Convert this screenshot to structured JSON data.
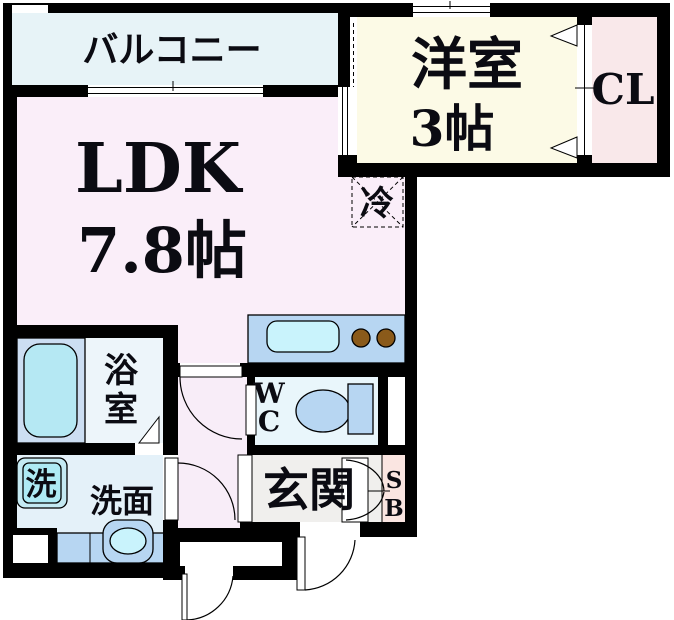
{
  "plan": {
    "type": "apartment-floor-plan",
    "labels": {
      "balcony": "バルコニー",
      "ldk": "LDK",
      "ldk_size": "7.8帖",
      "western_room": "洋室",
      "western_room_size": "3帖",
      "closet": "CL",
      "refrigerator": "冷",
      "bath_char1": "浴",
      "bath_char2": "室",
      "wc_char1": "W",
      "wc_char2": "C",
      "entrance": "玄関",
      "shoebox_char1": "S",
      "shoebox_char2": "B",
      "washer": "洗",
      "washstand": "洗面"
    },
    "colors": {
      "wall": "#000000",
      "balcony_floor": "#e7f3f7",
      "ldk_floor": "#faeef9",
      "hallway_floor": "#f8edf8",
      "western_room_floor": "#fcfae6",
      "closet_floor": "#f9e8ea",
      "bath_floor": "#edf5fa",
      "tub_panel": "#ccdef2",
      "tub_fill": "#b5e8f3",
      "wc_floor": "#e9f6fb",
      "fixture_blue": "#b7d6f2",
      "sink_fill": "#c9f3fc",
      "burner_brown": "#8a5a1a",
      "entrance_floor": "#f0efed",
      "shoebox_floor": "#fae5e1",
      "washroom_floor": "#e4f1f9",
      "washer_outer": "#c4e9f2",
      "washer_inner": "#aeeaf4",
      "refrigerator_bg": "#ffffff"
    }
  }
}
